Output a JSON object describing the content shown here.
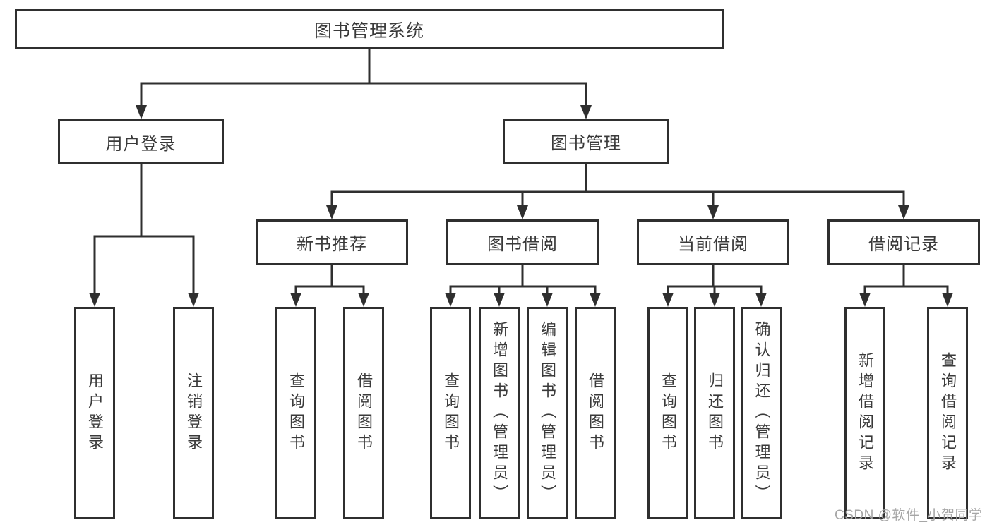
{
  "tree": {
    "label": "图书管理系统",
    "children": [
      {
        "label": "用户登录",
        "children": [
          {
            "label": "用户登录"
          },
          {
            "label": "注销登录"
          }
        ]
      },
      {
        "label": "图书管理",
        "children": [
          {
            "label": "新书推荐",
            "children": [
              {
                "label": "查询图书"
              },
              {
                "label": "借阅图书"
              }
            ]
          },
          {
            "label": "图书借阅",
            "children": [
              {
                "label": "查询图书"
              },
              {
                "label": "新增图书（管理员）"
              },
              {
                "label": "编辑图书（管理员）"
              },
              {
                "label": "借阅图书"
              }
            ]
          },
          {
            "label": "当前借阅",
            "children": [
              {
                "label": "查询图书"
              },
              {
                "label": "归还图书"
              },
              {
                "label": "确认归还（管理员）"
              }
            ]
          },
          {
            "label": "借阅记录",
            "children": [
              {
                "label": "新增借阅记录"
              },
              {
                "label": "查询借阅记录"
              }
            ]
          }
        ]
      }
    ]
  },
  "watermark": {
    "text": "CSDN @软件_小贺同学"
  },
  "colors": {
    "line": "#2f2f2f",
    "box-border": "#2f2f2f",
    "box-fill": "#ffffff",
    "text": "#3a3a3a",
    "watermark": "#a6a6a6",
    "bg": "#ffffff"
  }
}
